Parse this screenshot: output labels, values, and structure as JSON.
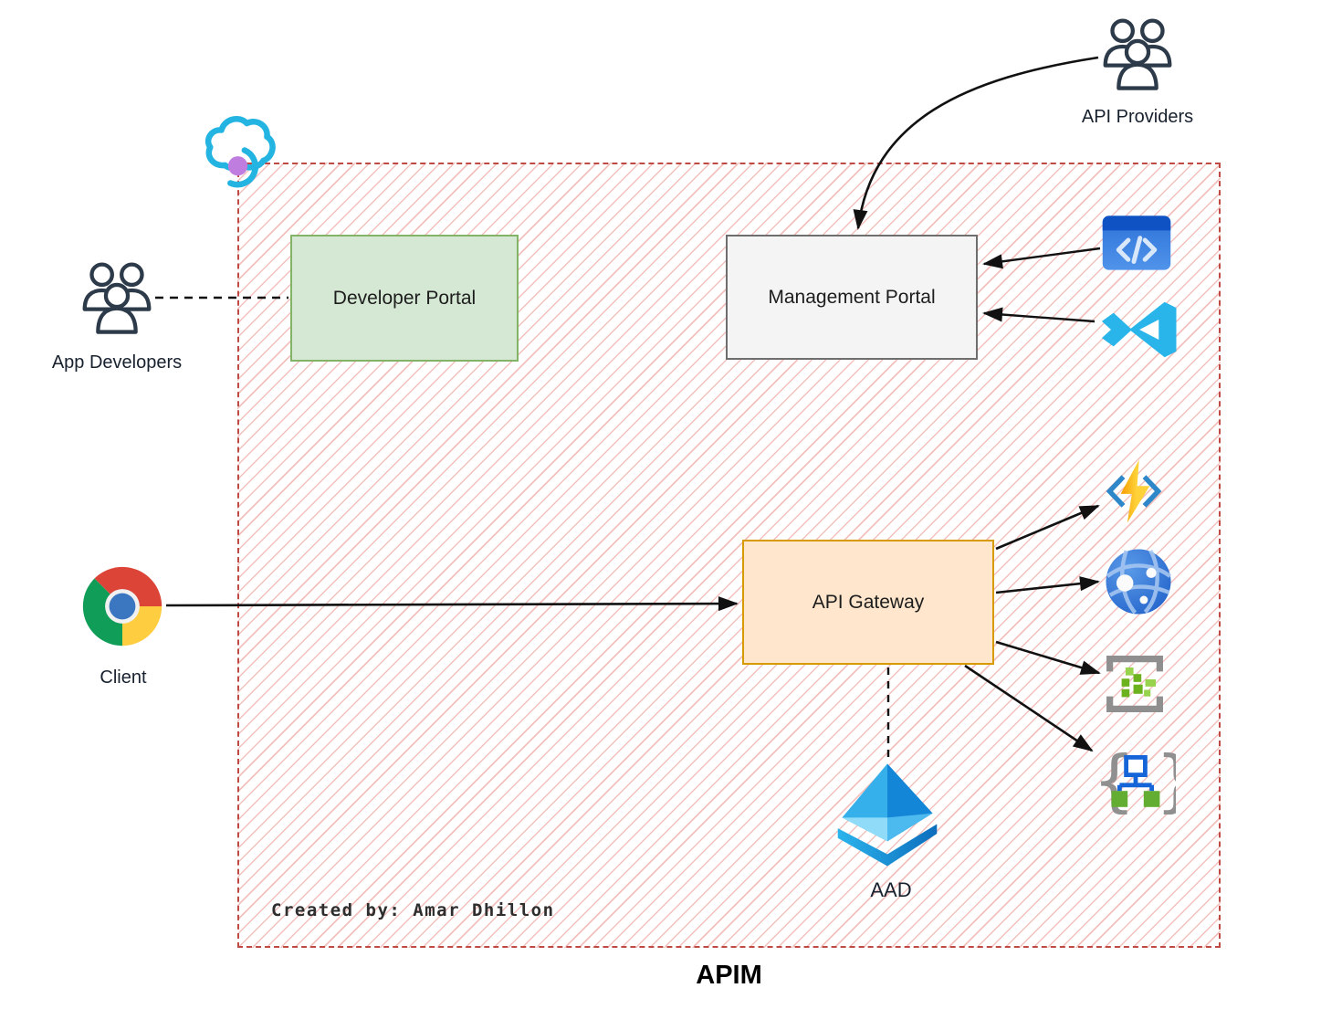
{
  "title": "APIM",
  "credit": "Created by: Amar Dhillon",
  "boxes": {
    "developer_portal": "Developer Portal",
    "management_portal": "Management Portal",
    "api_gateway": "API Gateway"
  },
  "labels": {
    "app_developers": "App Developers",
    "api_providers": "API Providers",
    "client": "Client",
    "aad": "AAD"
  },
  "icons": {
    "boundary_corner": "azure-cloud-icon",
    "app_developers": "people-group-icon",
    "api_providers": "people-group-icon",
    "client": "chrome-browser-icon",
    "management_sources": [
      "code-window-icon",
      "visual-studio-icon"
    ],
    "backends": [
      "azure-functions-icon",
      "app-service-globe-icon",
      "service-fabric-icon",
      "logic-apps-icon"
    ],
    "identity": "azure-ad-pyramid-icon"
  },
  "colors": {
    "apim_border": "#bf4a44",
    "hatch": "#f3c1bd",
    "green_fill": "#d5e8d4",
    "green_border": "#82b366",
    "gray_fill": "#f4f4f4",
    "gray_border": "#6e6e6e",
    "orange_fill": "#ffe6cc",
    "orange_border": "#d79b00",
    "people": "#2c3a49",
    "cyan": "#24b4e2",
    "purple_dot": "#bf7de0",
    "edge": "#111111"
  }
}
